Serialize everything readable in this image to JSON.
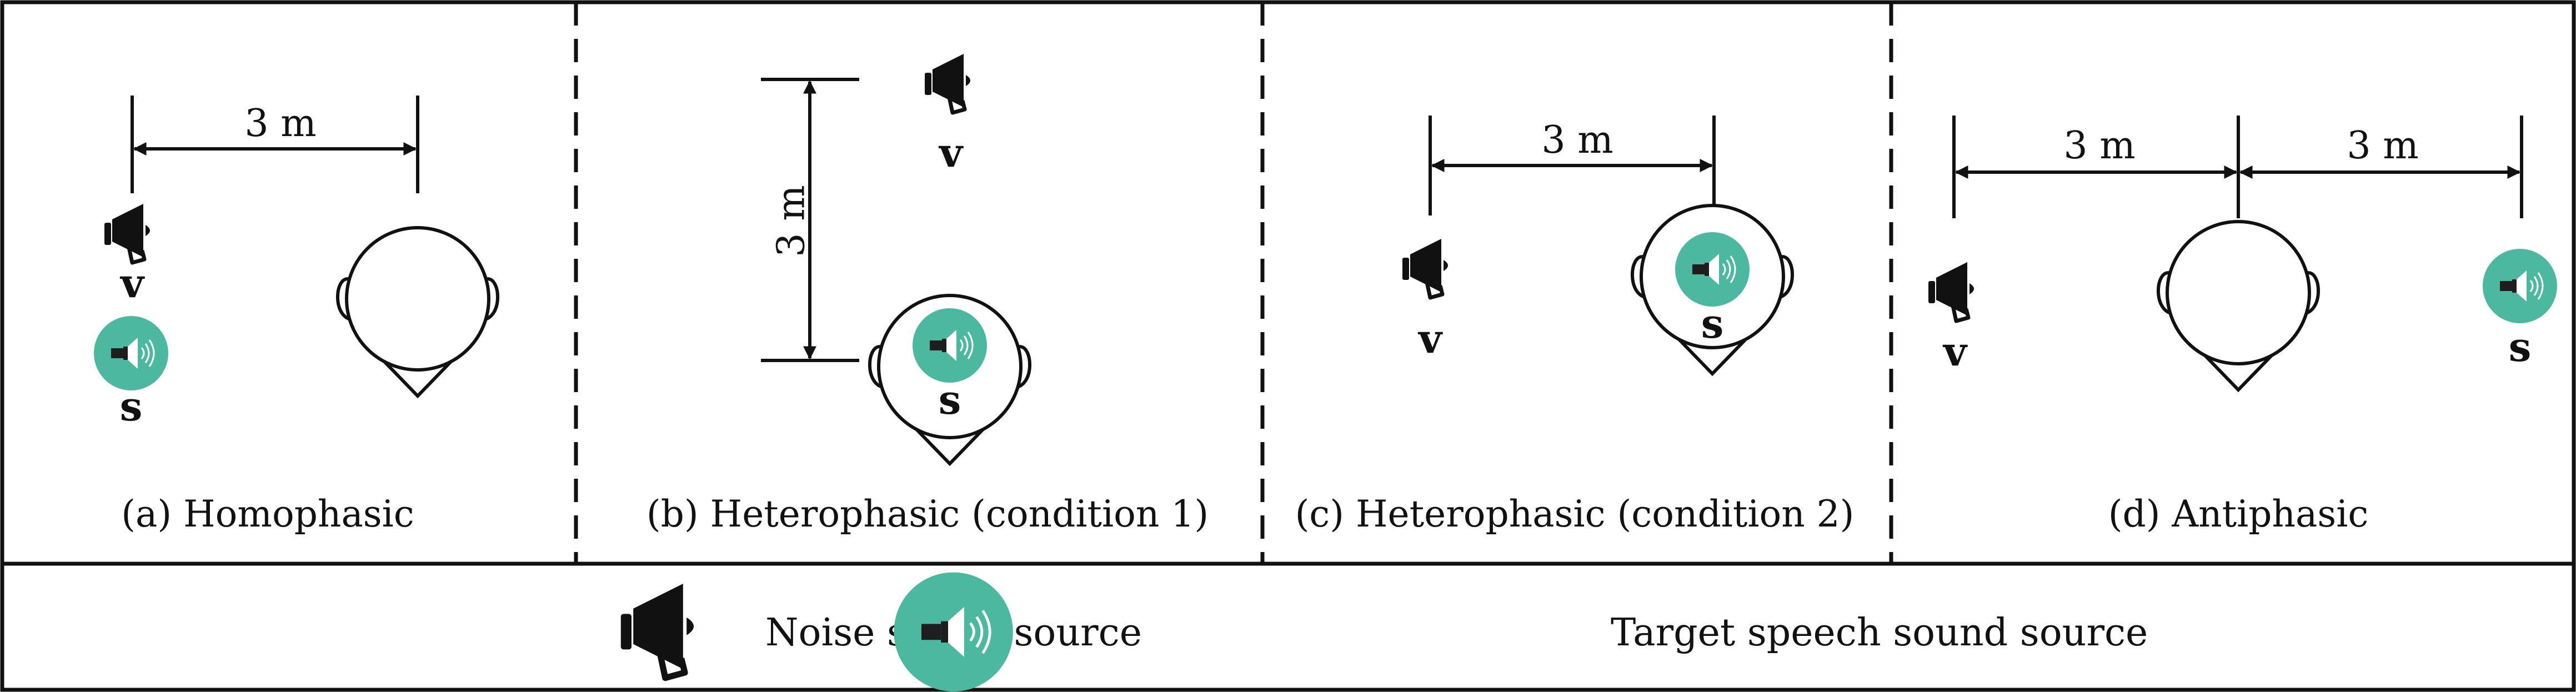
{
  "colors": {
    "ink": "#111111",
    "speech_source": "#4db8a0",
    "background": "#ffffff"
  },
  "icons": {
    "noise": "megaphone-icon",
    "speech": "speaker-icon"
  },
  "panels": [
    {
      "caption": "(a) Homophasic",
      "distance_label": "3 m",
      "noise_label": "v",
      "speech_label": "s"
    },
    {
      "caption": "(b) Heterophasic (condition 1)",
      "distance_label": "3 m",
      "noise_label": "v",
      "speech_label": "s"
    },
    {
      "caption": "(c) Heterophasic (condition 2)",
      "distance_label": "3 m",
      "noise_label": "v",
      "speech_label": "s"
    },
    {
      "caption": "(d) Antiphasic",
      "distance_label_left": "3 m",
      "distance_label_right": "3 m",
      "noise_label": "v",
      "speech_label": "s"
    }
  ],
  "legend": {
    "noise_label": "Noise sound source",
    "speech_label": "Target speech sound source"
  }
}
